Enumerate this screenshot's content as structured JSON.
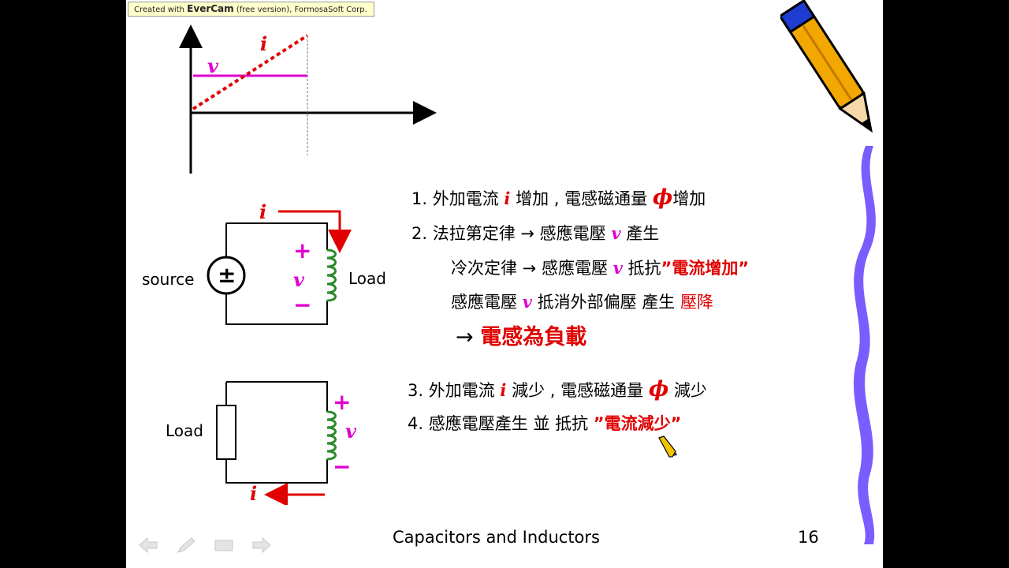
{
  "watermark": {
    "prefix": "Created with",
    "brand": "EverCam",
    "suffix": "(free version), FormosaSoft Corp."
  },
  "graph": {
    "v_label": "v",
    "i_label": "i"
  },
  "circuit1": {
    "i_label": "i",
    "source_label": "source",
    "source_symbol": "±",
    "plus": "+",
    "v_label": "v",
    "minus": "−",
    "load_label": "Load"
  },
  "circuit2": {
    "load_label": "Load",
    "plus": "+",
    "v_label": "v",
    "minus": "−",
    "i_label": "i"
  },
  "text": {
    "l1": {
      "num": "1.",
      "a": "外加電流",
      "i": "i",
      "b": "增加 , 電感磁通量",
      "phi": "ϕ",
      "c": "增加"
    },
    "l2": {
      "num": "2.",
      "a": "法拉第定律 → 感應電壓",
      "v": "v",
      "b": "產生"
    },
    "l3": {
      "a": "冷次定律 → 感應電壓",
      "v": "v",
      "b": "抵抗",
      "c": "”電流增加”"
    },
    "l4": {
      "a": "感應電壓",
      "v": "v",
      "b": "抵消外部偏壓 產生",
      "c": "壓降"
    },
    "l5": {
      "arrow": "→",
      "a": "電感為負載"
    },
    "l6": {
      "num": "3.",
      "a": "外加電流",
      "i": "i",
      "b": "減少 , 電感磁通量",
      "phi": "ϕ",
      "c": "減少"
    },
    "l7": {
      "num": "4.",
      "a": "感應電壓產生 並 抵抗",
      "c": "”電流減少”"
    }
  },
  "footer": {
    "title": "Capacitors and Inductors",
    "page": "16"
  },
  "colors": {
    "red": "#e00000",
    "magenta": "#e000d0",
    "coil": "#2a8a2a",
    "pencil": "#f2a800",
    "ribbon": "#7b5cff"
  }
}
